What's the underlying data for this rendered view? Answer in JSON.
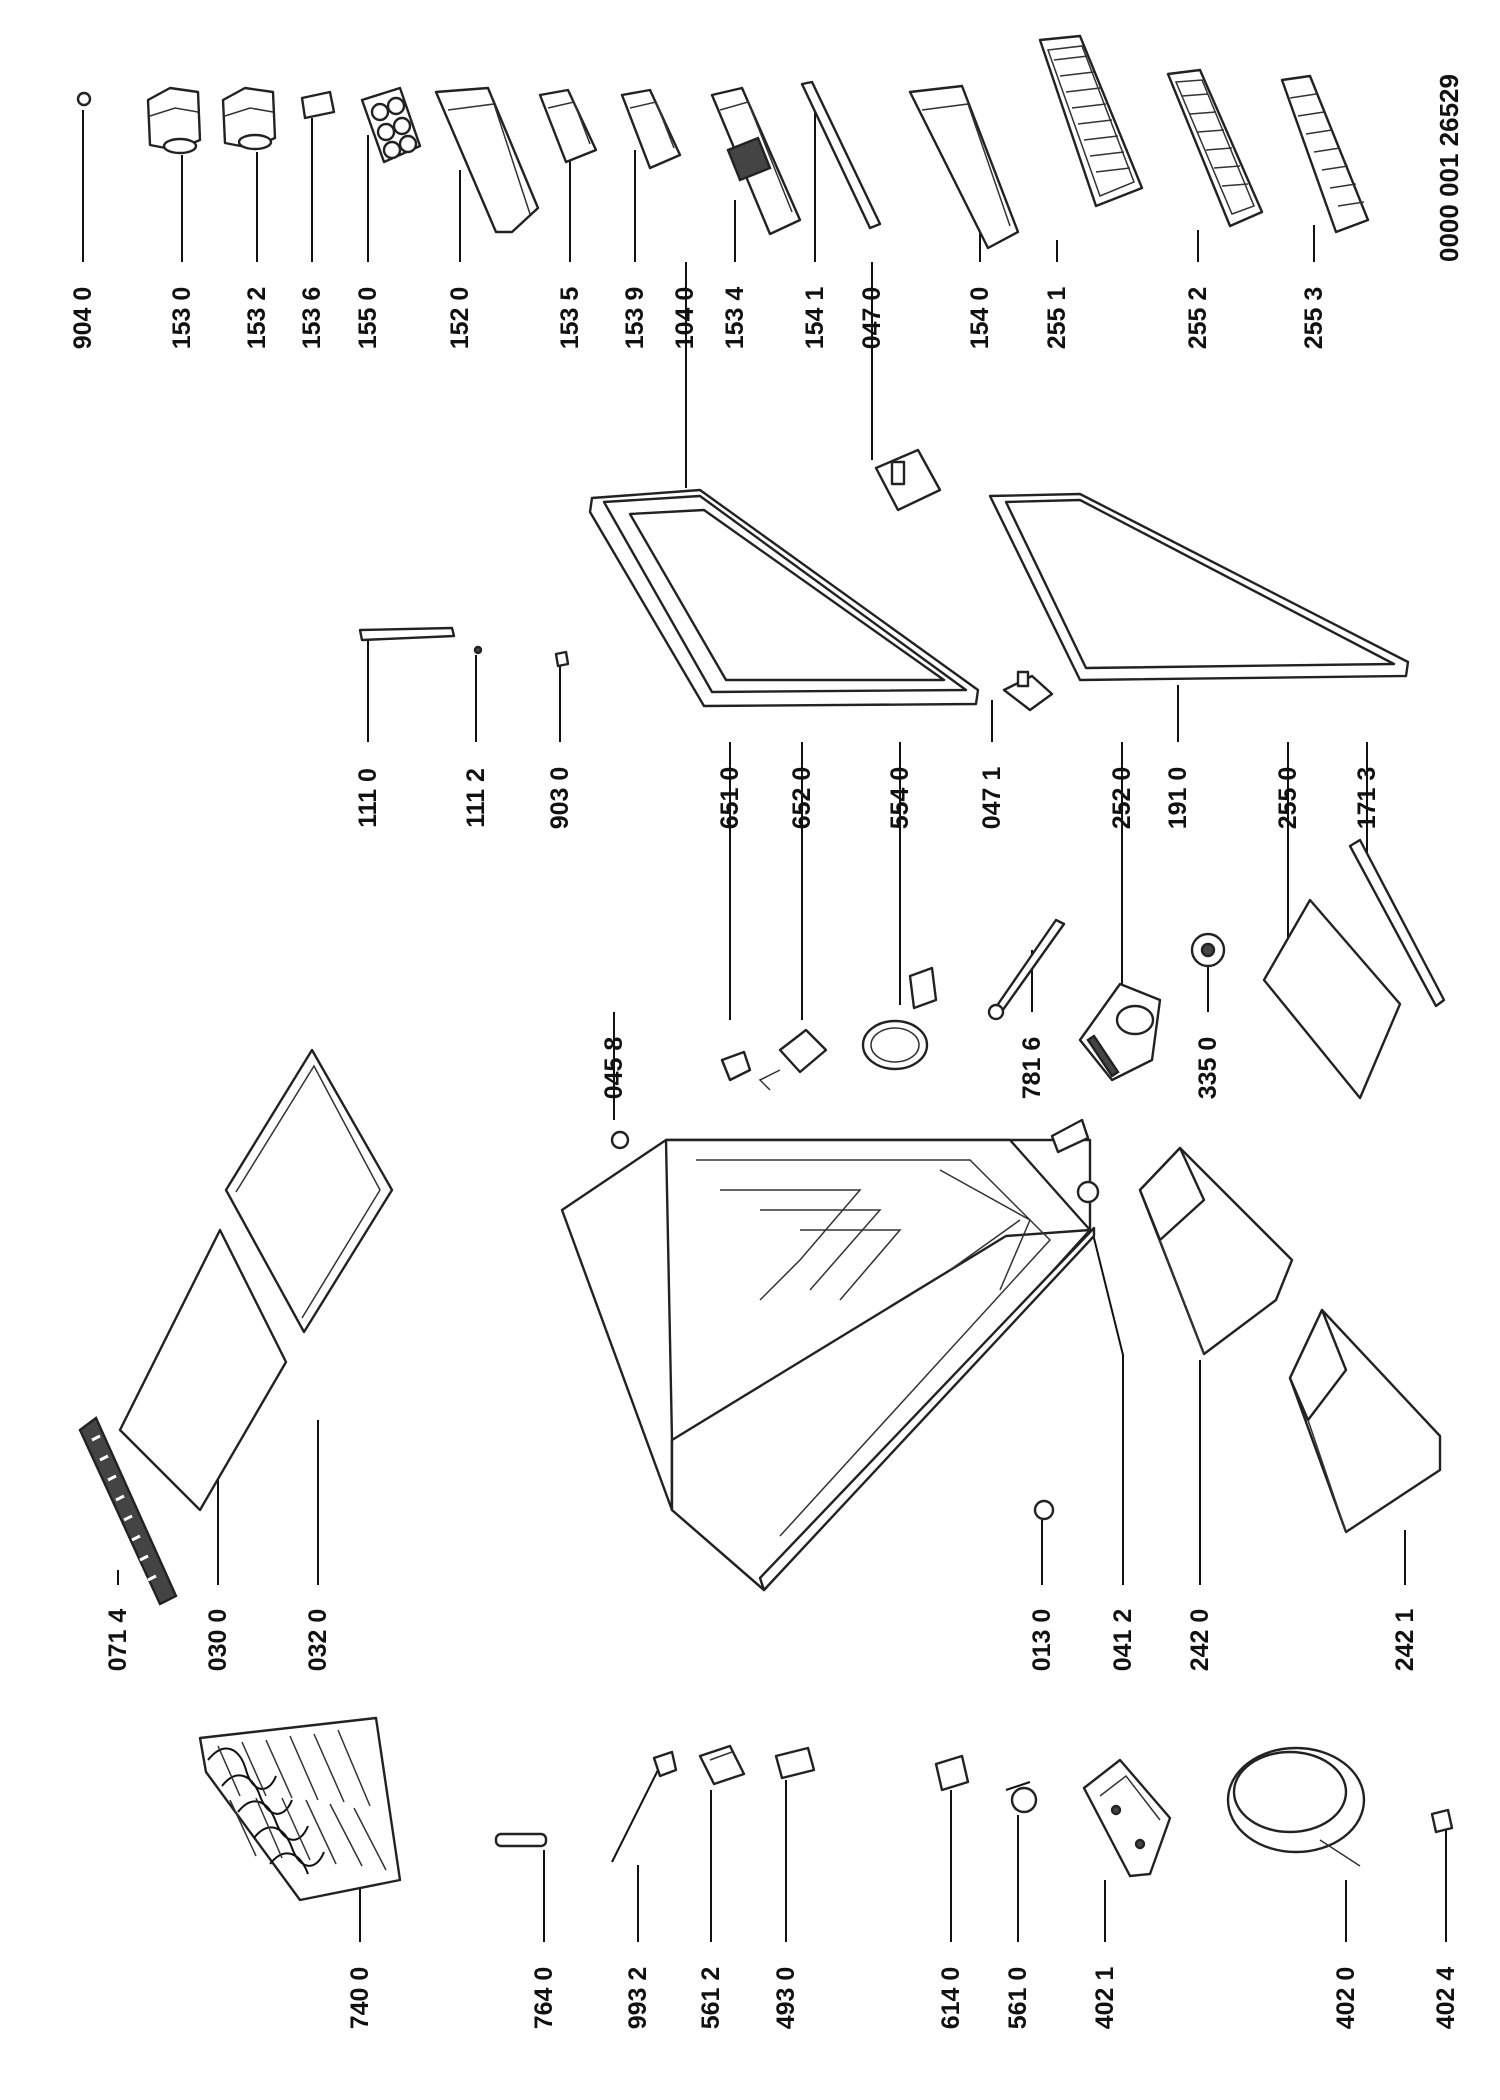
{
  "document_number": "0000 001 26529",
  "colors": {
    "ink": "#111111",
    "paper": "#ffffff"
  },
  "parts": [
    {
      "id": "p9040",
      "label": "904 0",
      "icon": "screw-icon"
    },
    {
      "id": "p1530",
      "label": "153 0",
      "icon": "can-holder-icon"
    },
    {
      "id": "p1532",
      "label": "153 2",
      "icon": "can-holder-icon"
    },
    {
      "id": "p1536",
      "label": "153 6",
      "icon": "clip-icon"
    },
    {
      "id": "p1550",
      "label": "155 0",
      "icon": "egg-tray-icon"
    },
    {
      "id": "p1520",
      "label": "152 0",
      "icon": "door-shelf-icon"
    },
    {
      "id": "p1535",
      "label": "153 5",
      "icon": "small-bin-icon"
    },
    {
      "id": "p1539",
      "label": "153 9",
      "icon": "small-bin-icon"
    },
    {
      "id": "p1040",
      "label": "104 0",
      "icon": "door-icon"
    },
    {
      "id": "p1534",
      "label": "153 4",
      "icon": "bottle-shelf-icon"
    },
    {
      "id": "p1541",
      "label": "154 1",
      "icon": "bar-icon"
    },
    {
      "id": "p0470",
      "label": "047 0",
      "icon": "hinge-icon"
    },
    {
      "id": "p1540",
      "label": "154 0",
      "icon": "door-bin-icon"
    },
    {
      "id": "p2551",
      "label": "255 1",
      "icon": "wire-shelf-icon"
    },
    {
      "id": "p2552",
      "label": "255 2",
      "icon": "wire-shelf-icon"
    },
    {
      "id": "p2553",
      "label": "255 3",
      "icon": "wire-shelf-icon"
    },
    {
      "id": "p1110",
      "label": "111 0",
      "icon": "bracket-icon"
    },
    {
      "id": "p1112",
      "label": "111 2",
      "icon": "screw-icon"
    },
    {
      "id": "p9030",
      "label": "903 0",
      "icon": "screw-icon"
    },
    {
      "id": "p6510",
      "label": "651 0",
      "icon": "lamp-icon"
    },
    {
      "id": "p6520",
      "label": "652 0",
      "icon": "switch-icon"
    },
    {
      "id": "p5540",
      "label": "554 0",
      "icon": "thermostat-icon"
    },
    {
      "id": "p0471",
      "label": "047 1",
      "icon": "hinge-icon"
    },
    {
      "id": "p2520",
      "label": "252 0",
      "icon": "control-housing-icon"
    },
    {
      "id": "p1910",
      "label": "191 0",
      "icon": "door-gasket-icon"
    },
    {
      "id": "p2550",
      "label": "255 0",
      "icon": "glass-shelf-icon"
    },
    {
      "id": "p1713",
      "label": "171 3",
      "icon": "trim-icon"
    },
    {
      "id": "p0458",
      "label": "045 8",
      "icon": "screw-icon"
    },
    {
      "id": "p7816",
      "label": "781 6",
      "icon": "sensor-icon"
    },
    {
      "id": "p3350",
      "label": "335 0",
      "icon": "knob-icon"
    },
    {
      "id": "p0714",
      "label": "071 4",
      "icon": "grille-icon"
    },
    {
      "id": "p0300",
      "label": "030 0",
      "icon": "top-panel-icon"
    },
    {
      "id": "p0320",
      "label": "032 0",
      "icon": "top-frame-icon"
    },
    {
      "id": "p0130",
      "label": "013 0",
      "icon": "foot-icon"
    },
    {
      "id": "p0412",
      "label": "041 2",
      "icon": "foot-icon"
    },
    {
      "id": "p2420",
      "label": "242 0",
      "icon": "crisper-icon"
    },
    {
      "id": "p2421",
      "label": "242 1",
      "icon": "crisper-icon"
    },
    {
      "id": "p7400",
      "label": "740 0",
      "icon": "condenser-icon"
    },
    {
      "id": "p7640",
      "label": "764 0",
      "icon": "drier-icon"
    },
    {
      "id": "p9932",
      "label": "993 2",
      "icon": "cable-icon"
    },
    {
      "id": "p5612",
      "label": "561 2",
      "icon": "relay-icon"
    },
    {
      "id": "p4930",
      "label": "493 0",
      "icon": "cover-icon"
    },
    {
      "id": "p6140",
      "label": "614 0",
      "icon": "relay-icon"
    },
    {
      "id": "p5610",
      "label": "561 0",
      "icon": "overload-icon"
    },
    {
      "id": "p4021",
      "label": "402 1",
      "icon": "compressor-tray-icon"
    },
    {
      "id": "p4020",
      "label": "402 0",
      "icon": "compressor-icon"
    },
    {
      "id": "p4024",
      "label": "402 4",
      "icon": "clip-icon"
    }
  ]
}
